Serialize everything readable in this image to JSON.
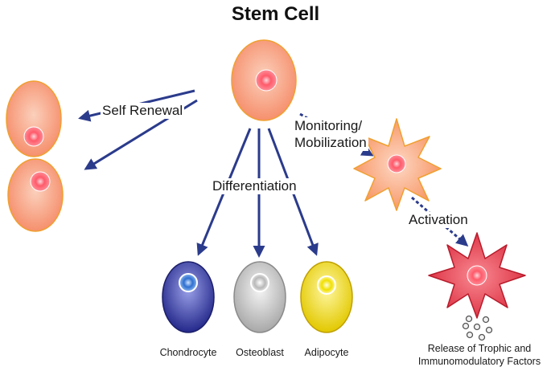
{
  "title": "Stem Cell",
  "labels": {
    "self_renewal": "Self Renewal",
    "differentiation": "Differentiation",
    "monitoring_line1": "Monitoring/",
    "monitoring_line2": "Mobilization",
    "activation": "Activation",
    "chondrocyte": "Chondrocyte",
    "osteoblast": "Osteoblast",
    "adipocyte": "Adipocyte",
    "release_line1": "Release of Trophic and",
    "release_line2": "Immunomodulatory Factors"
  },
  "colors": {
    "arrow": "#2b3b8c",
    "stem_cell_fill": "#f7a07e",
    "stem_cell_edge": "#f0a030",
    "nucleus": "#ff4a5a",
    "chondrocyte_fill": "#3a3fa8",
    "osteoblast_fill": "#c0c0c0",
    "adipocyte_fill": "#f2e020",
    "activated_star": "#f7a07e",
    "active_star": "#e83c4c"
  }
}
